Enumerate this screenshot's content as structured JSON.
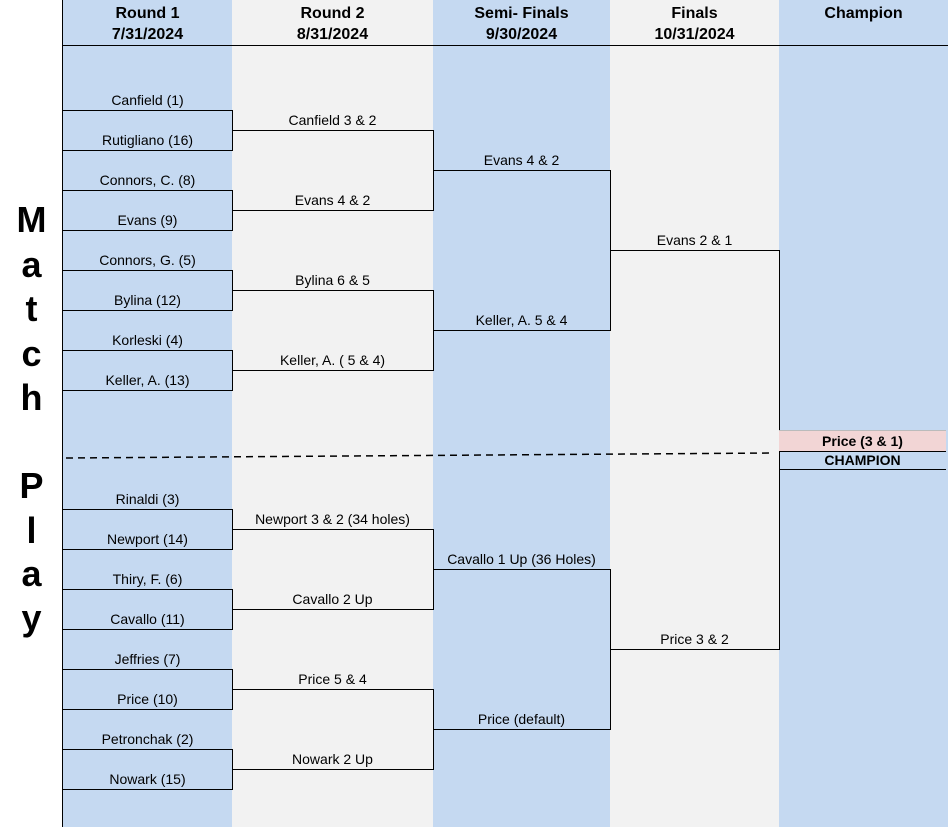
{
  "headers": [
    {
      "line1": "Round 1",
      "line2": "7/31/2024"
    },
    {
      "line1": "Round 2",
      "line2": "8/31/2024"
    },
    {
      "line1": "Semi- Finals",
      "line2": "9/30/2024"
    },
    {
      "line1": "Finals",
      "line2": "10/31/2024"
    },
    {
      "line1": "Champion",
      "line2": ""
    }
  ],
  "side_title": [
    "M",
    "a",
    "t",
    "c",
    "h",
    "P",
    "l",
    "a",
    "y"
  ],
  "round1": [
    "Canfield (1)",
    "Rutigliano (16)",
    "Connors, C. (8)",
    "Evans (9)",
    "Connors, G. (5)",
    "Bylina (12)",
    "Korleski (4)",
    "Keller, A. (13)",
    "Rinaldi (3)",
    "Newport (14)",
    "Thiry, F. (6)",
    "Cavallo (11)",
    "Jeffries (7)",
    "Price (10)",
    "Petronchak (2)",
    "Nowark (15)"
  ],
  "round2": [
    "Canfield 3 & 2",
    "Evans 4 & 2",
    "Bylina 6 & 5",
    "Keller, A. ( 5 & 4)",
    "Newport 3 & 2 (34 holes)",
    "Cavallo 2 Up",
    "Price 5 & 4",
    "Nowark 2 Up"
  ],
  "semifinals": [
    "Evans 4 & 2",
    "Keller, A. 5 & 4",
    "Cavallo 1 Up (36 Holes)",
    "Price (default)"
  ],
  "finals": [
    "Evans 2 & 1",
    "Price 3 & 2"
  ],
  "champion": {
    "result": "Price (3 & 1)",
    "label": "CHAMPION"
  },
  "colors": {
    "blue_column": "#c5d9f1",
    "gray_column": "#f2f2f2",
    "champion_fill": "#f2d5d5"
  }
}
